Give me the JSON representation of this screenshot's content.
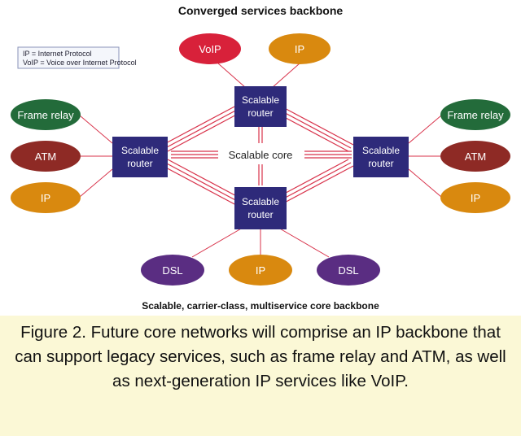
{
  "diagram": {
    "title": "Converged services backbone",
    "subtitle": "Scalable, carrier-class, multiservice core backbone",
    "legend": [
      "IP = Internet Protocol",
      "VoIP = Voice over Internet Protocol"
    ],
    "core_label": "Scalable core",
    "routers": {
      "top": [
        "Scalable",
        "router"
      ],
      "left": [
        "Scalable",
        "router"
      ],
      "right": [
        "Scalable",
        "router"
      ],
      "bottom": [
        "Scalable",
        "router"
      ]
    },
    "services": {
      "top": [
        "VoIP",
        "IP"
      ],
      "left": [
        "Frame relay",
        "ATM",
        "IP"
      ],
      "right": [
        "Frame relay",
        "ATM",
        "IP"
      ],
      "bottom": [
        "DSL",
        "IP",
        "DSL"
      ]
    },
    "colors": {
      "router": "#2e2a7a",
      "voip": "#d8213a",
      "ip": "#d9890f",
      "frame_relay": "#236b3a",
      "atm": "#8e2a25",
      "dsl": "#5a2d82",
      "link": "#d8324a",
      "caption_bg": "#fbf8d6"
    }
  },
  "caption": "Figure 2. Future core networks will comprise an IP backbone that can support legacy services, such as frame relay and ATM, as well as next-generation IP services like VoIP."
}
